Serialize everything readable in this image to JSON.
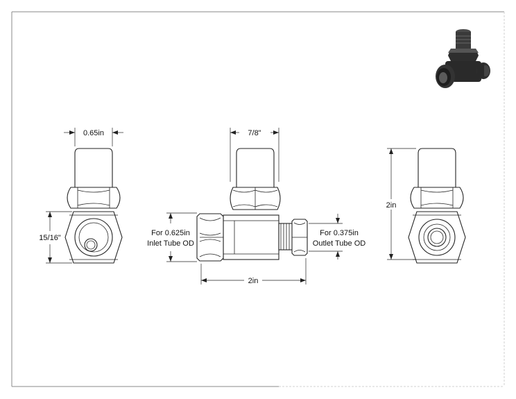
{
  "drawing": {
    "border_color": "#8a8a8a",
    "line_color": "#222222",
    "shade_color": "#2a2a2a"
  },
  "dimensions": {
    "left_view_width": "0.65in",
    "left_view_height": "15/16\"",
    "front_view_top_width": "7/8\"",
    "front_view_length": "2in",
    "right_view_height": "2in"
  },
  "callouts": {
    "inlet_line1": "For 0.625in",
    "inlet_line2": "Inlet Tube OD",
    "outlet_line1": "For 0.375in",
    "outlet_line2": "Outlet Tube OD"
  },
  "icons": {
    "iso_preview": "isometric-valve-render-icon"
  }
}
